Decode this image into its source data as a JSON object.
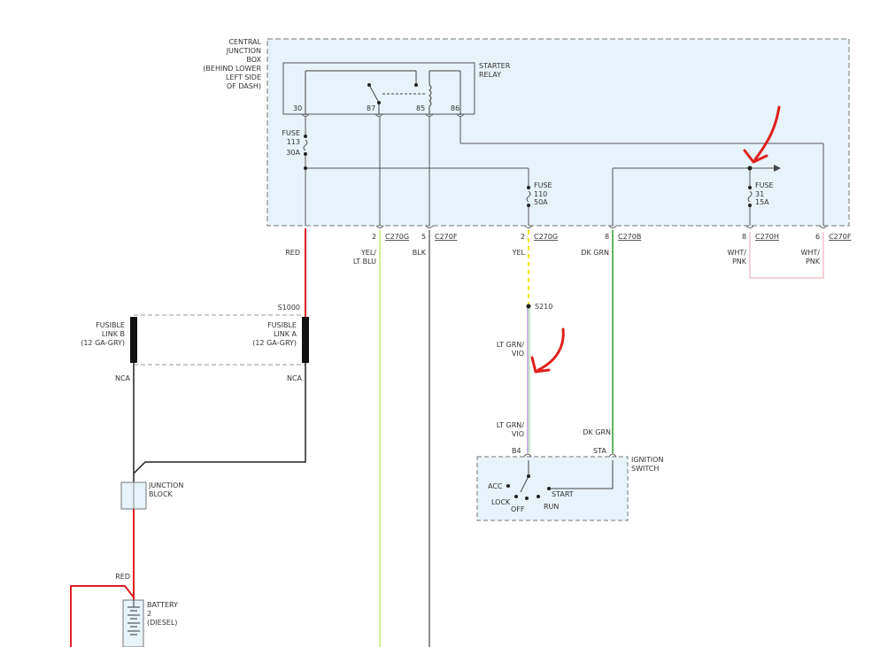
{
  "colors": {
    "box_fill": "#e6f3fa",
    "box_stroke": "#777777",
    "wire_red": "#e31e24",
    "wire_yel_ltblu": "#c8ea6a",
    "wire_blk": "#222222",
    "wire_yel": "#f2e600",
    "wire_dkgrn": "#2e9a2e",
    "wire_ltgrn_vio": "#b59adf",
    "wire_wht_pnk": "#f0c3cc",
    "annotation": "#e0201c"
  },
  "cjb": {
    "name": [
      "CENTRAL",
      "JUNCTION",
      "BOX",
      "(BEHIND LOWER",
      "LEFT SIDE",
      "OF DASH)"
    ]
  },
  "relay": {
    "name": [
      "STARTER",
      "RELAY"
    ],
    "pins": [
      "30",
      "87",
      "85",
      "86"
    ]
  },
  "fuses": [
    {
      "label": "FUSE",
      "number": "113",
      "amps": "30A"
    },
    {
      "label": "FUSE",
      "number": "110",
      "amps": "50A"
    },
    {
      "label": "FUSE",
      "number": "31",
      "amps": "15A"
    }
  ],
  "connectors": [
    {
      "pin": "2",
      "name": "C270G"
    },
    {
      "pin": "5",
      "name": "C270F"
    },
    {
      "pin": "2",
      "name": "C270G"
    },
    {
      "pin": "8",
      "name": "C270B"
    },
    {
      "pin": "8",
      "name": "C270H"
    },
    {
      "pin": "6",
      "name": "C270F"
    }
  ],
  "wire_labels": {
    "red_top": "RED",
    "yel_ltblu": [
      "YEL/",
      "LT BLU"
    ],
    "blk": "BLK",
    "yel": "YEL",
    "dkgrn_top": "DK GRN",
    "wht_pnk_1": [
      "WHT/",
      "PNK"
    ],
    "wht_pnk_2": [
      "WHT/",
      "PNK"
    ],
    "ltgrn_vio_1": [
      "LT GRN/",
      "VIO"
    ],
    "ltgrn_vio_2": [
      "LT GRN/",
      "VIO"
    ],
    "dkgrn_bottom": "DK GRN",
    "nca_b": "NCA",
    "nca_a": "NCA",
    "red_bottom": "RED"
  },
  "splice": {
    "name": "S210"
  },
  "s1000": {
    "name": "S1000"
  },
  "fusible_links": [
    {
      "name": [
        "FUSIBLE",
        "LINK B",
        "(12 GA-GRY)"
      ]
    },
    {
      "name": [
        "FUSIBLE",
        "LINK A",
        "(12 GA-GRY)"
      ]
    }
  ],
  "junction_block": {
    "name": [
      "JUNCTION",
      "BLOCK"
    ]
  },
  "battery": {
    "name": [
      "BATTERY",
      "2",
      "(DIESEL)"
    ]
  },
  "ignition": {
    "name": [
      "IGNITION",
      "SWITCH"
    ],
    "pins": [
      "B4",
      "STA"
    ],
    "positions": [
      "ACC",
      "LOCK",
      "OFF",
      "RUN",
      "START"
    ]
  }
}
